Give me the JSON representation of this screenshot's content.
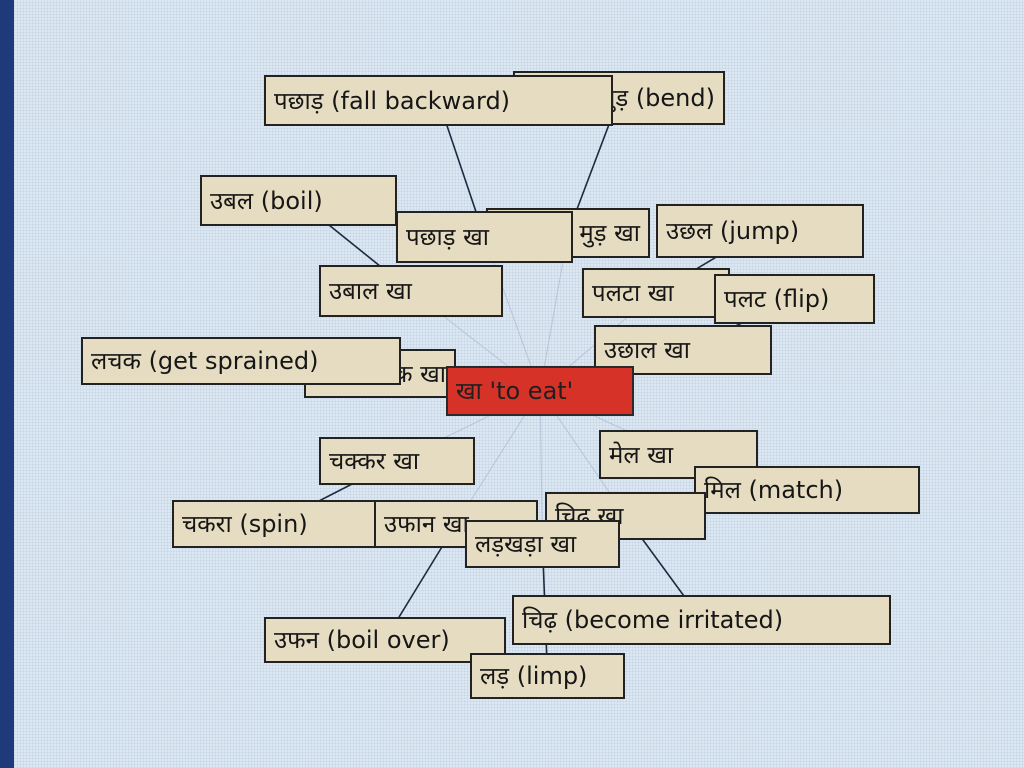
{
  "graph": {
    "center": {
      "id": "kha",
      "label": "खा 'to eat'",
      "color": "#d63228"
    },
    "nodes": [
      {
        "id": "n01",
        "label": "मुड़ (bend)"
      },
      {
        "id": "n02",
        "label": "पछाड़ (fall backward)"
      },
      {
        "id": "n03",
        "label": "मुड़ खा"
      },
      {
        "id": "n04",
        "label": "उबल (boil)"
      },
      {
        "id": "n05",
        "label": "पछाड़ खा"
      },
      {
        "id": "n06",
        "label": "उछल (jump)"
      },
      {
        "id": "n07",
        "label": "उबाल खा"
      },
      {
        "id": "n08",
        "label": "पलटा खा"
      },
      {
        "id": "n09",
        "label": "पलट (flip)"
      },
      {
        "id": "n10",
        "label": "उछाल खा"
      },
      {
        "id": "n11",
        "label": "लचक खा"
      },
      {
        "id": "n12",
        "label": "लचक (get sprained)"
      },
      {
        "id": "n13",
        "label": "चक्कर खा"
      },
      {
        "id": "n14",
        "label": "मेल खा"
      },
      {
        "id": "n15",
        "label": "मिल (match)"
      },
      {
        "id": "n16",
        "label": "चकरा (spin)"
      },
      {
        "id": "n17",
        "label": "उफान खा"
      },
      {
        "id": "n18",
        "label": "चिढ़ खा"
      },
      {
        "id": "n19",
        "label": "लड़खड़ा खा"
      },
      {
        "id": "n20",
        "label": "चिढ़ (become irritated)"
      },
      {
        "id": "n21",
        "label": "उफन (boil over)"
      },
      {
        "id": "n22",
        "label": "लड़ (limp)"
      }
    ],
    "edges": [
      [
        "n01",
        "n03"
      ],
      [
        "n02",
        "n05"
      ],
      [
        "n04",
        "n07"
      ],
      [
        "n06",
        "n08"
      ],
      [
        "n09",
        "n10"
      ],
      [
        "n12",
        "n11"
      ],
      [
        "n15",
        "n14"
      ],
      [
        "n16",
        "n13"
      ],
      [
        "n21",
        "n17"
      ],
      [
        "n20",
        "n18"
      ],
      [
        "n22",
        "n19"
      ],
      [
        "kha",
        "n03"
      ],
      [
        "kha",
        "n05"
      ],
      [
        "kha",
        "n07"
      ],
      [
        "kha",
        "n08"
      ],
      [
        "kha",
        "n10"
      ],
      [
        "kha",
        "n11"
      ],
      [
        "kha",
        "n13"
      ],
      [
        "kha",
        "n14"
      ],
      [
        "kha",
        "n17"
      ],
      [
        "kha",
        "n18"
      ],
      [
        "kha",
        "n19"
      ]
    ]
  }
}
